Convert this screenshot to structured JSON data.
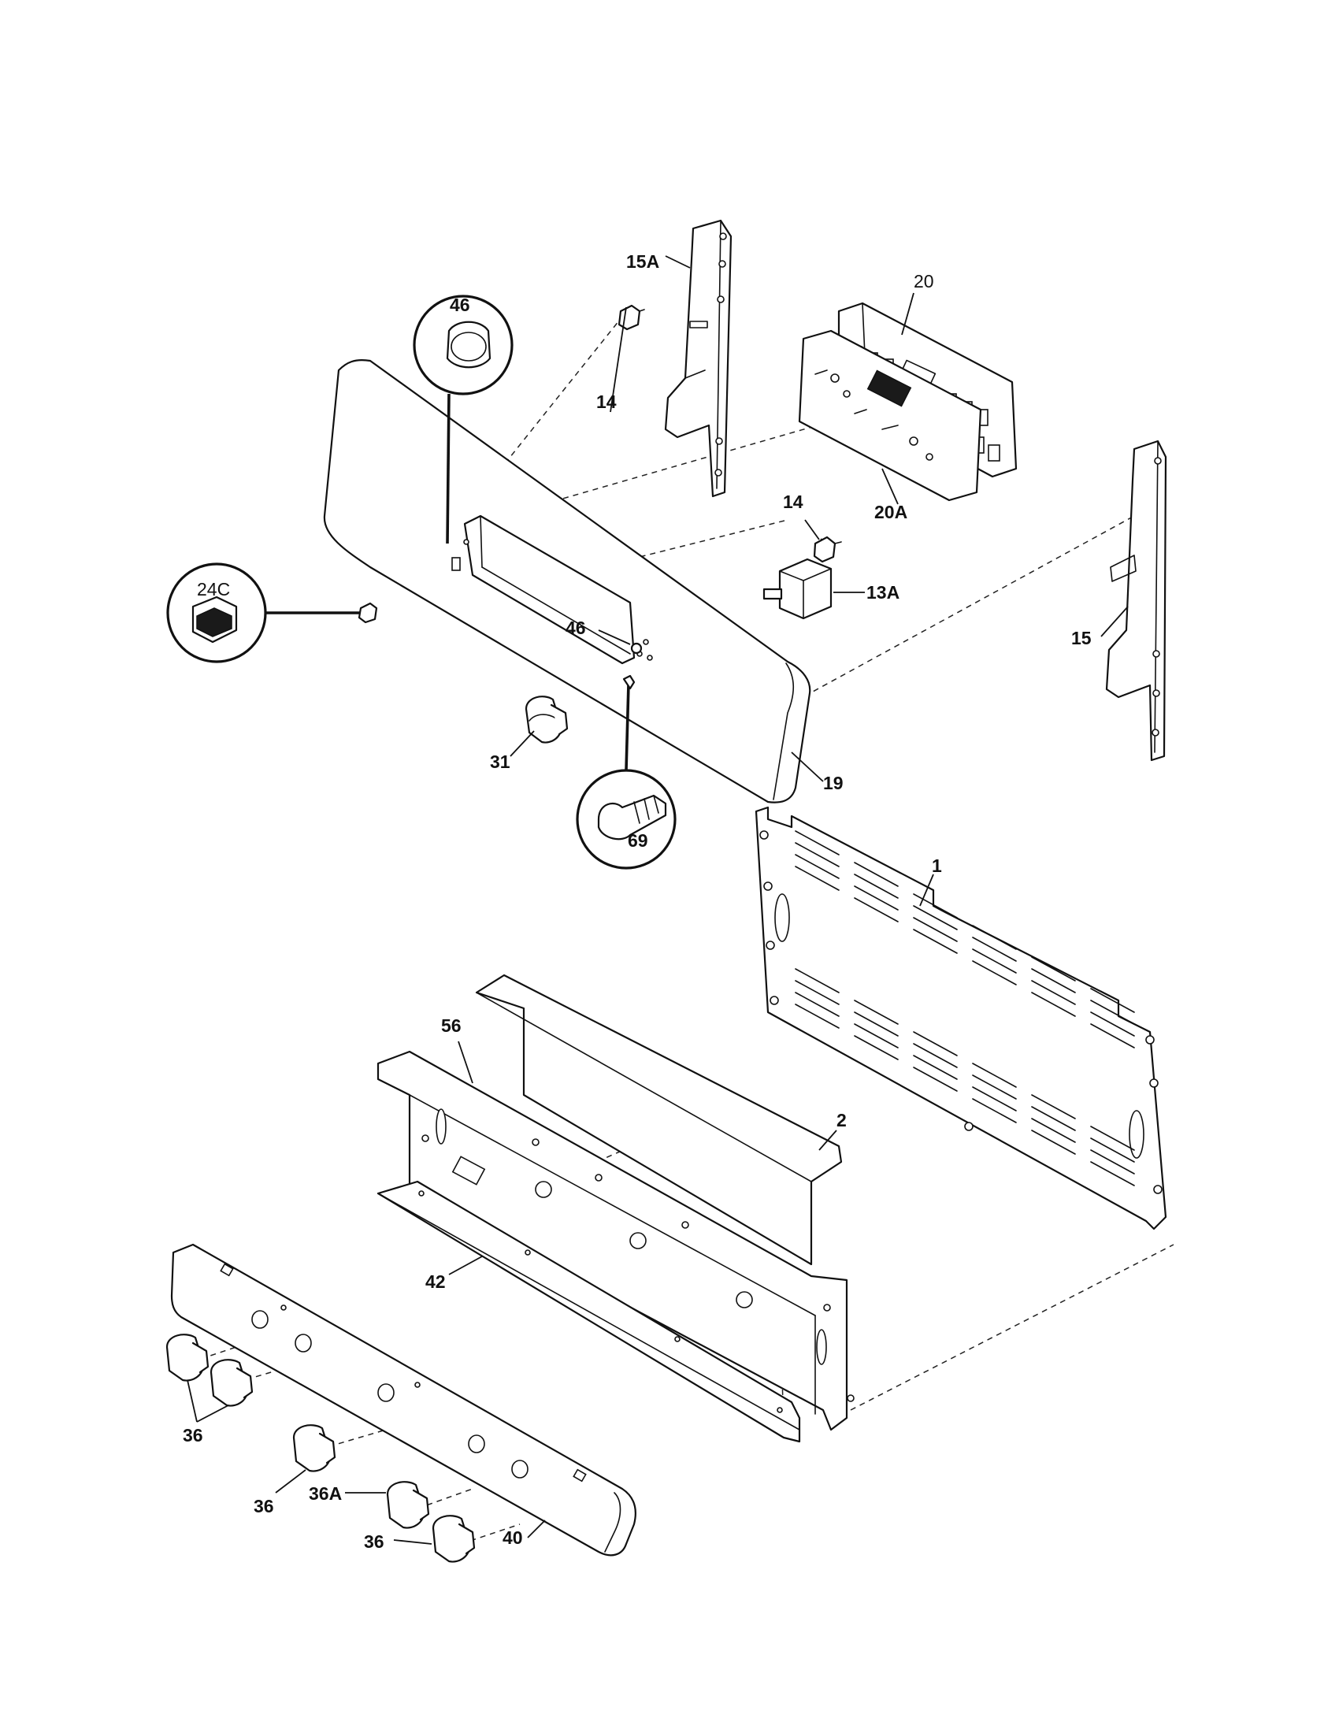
{
  "labels": {
    "l46a": "46",
    "l15a": "15A",
    "l20": "20",
    "l14a": "14",
    "l20a": "20A",
    "l14b": "14",
    "l13a": "13A",
    "l24c": "24C",
    "l46b": "46",
    "l15": "15",
    "l31": "31",
    "l19": "19",
    "l69": "69",
    "l1": "1",
    "l56": "56",
    "l2": "2",
    "l42": "42",
    "l36a": "36",
    "l36b": "36",
    "l36A": "36A",
    "l36c": "36",
    "l40": "40"
  }
}
